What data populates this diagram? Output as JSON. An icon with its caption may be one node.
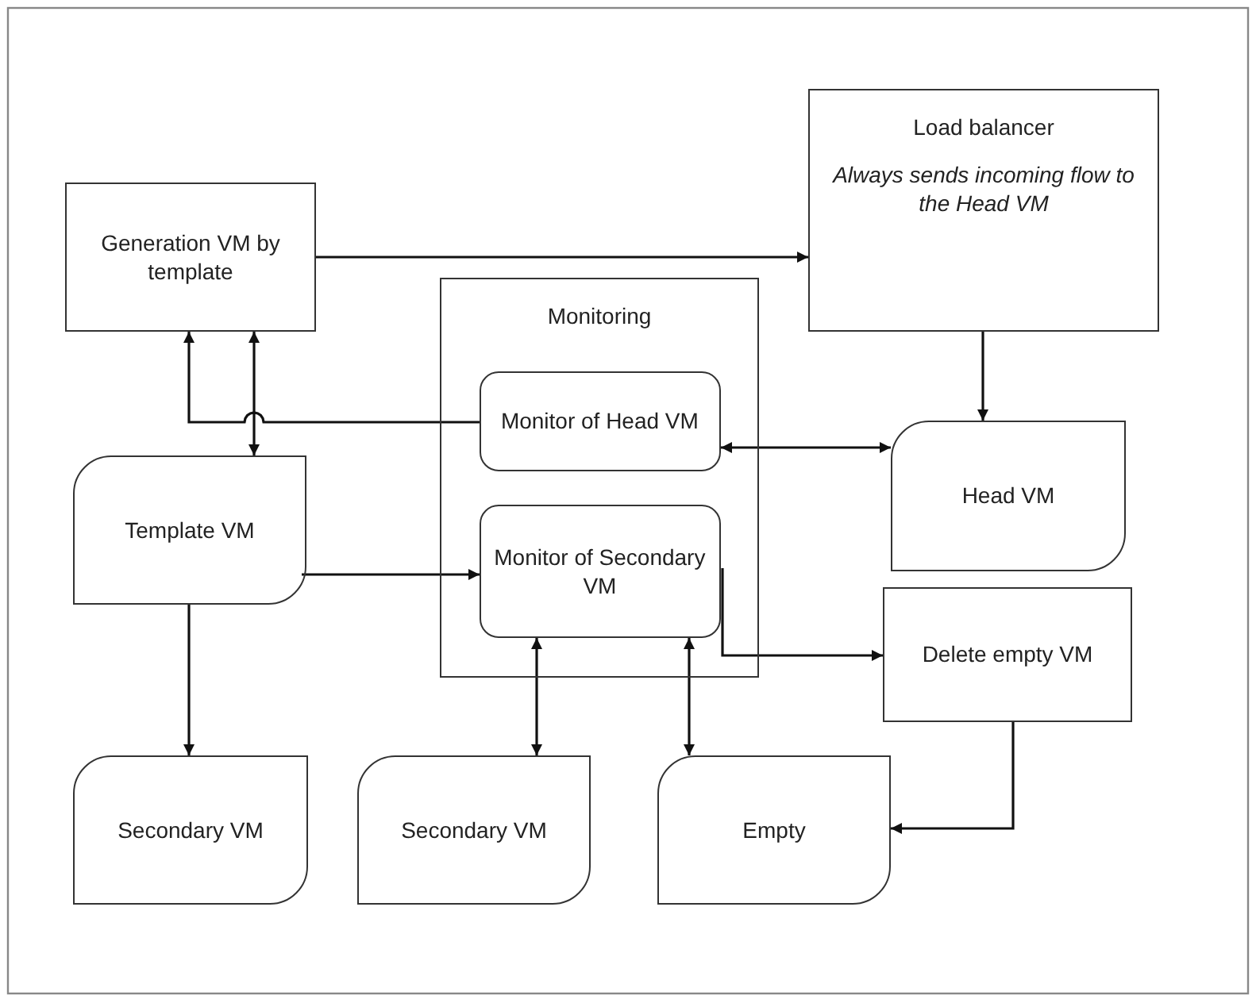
{
  "diagram": {
    "nodes": [
      {
        "text": [
          "Generation VM by template"
        ]
      },
      {
        "text": [
          "Load balancer",
          "Always sends incoming flow to the Head VM"
        ]
      },
      {
        "text": [
          "Monitoring"
        ]
      },
      {
        "text": [
          "Monitor of Head VM"
        ],
        "in": 2
      },
      {
        "text": [
          "Monitor of Secondary VM"
        ],
        "in": 2
      },
      {
        "text": [
          "Template VM"
        ]
      },
      {
        "text": [
          "Head VM"
        ]
      },
      {
        "text": [
          "Delete empty VM"
        ]
      },
      {
        "text": [
          "Secondary VM"
        ]
      },
      {
        "text": [
          "Secondary VM"
        ]
      },
      {
        "text": [
          "Empty"
        ]
      }
    ],
    "edges": [
      {
        "from": 0,
        "to": 1,
        "arrow": "to"
      },
      {
        "from": 3,
        "to": 0,
        "arrow": "to"
      },
      {
        "from": 0,
        "to": 5,
        "arrow": "both"
      },
      {
        "from": 5,
        "to": 4,
        "arrow": "to"
      },
      {
        "from": 5,
        "to": 8,
        "arrow": "to"
      },
      {
        "from": 3,
        "to": 6,
        "arrow": "both"
      },
      {
        "from": 1,
        "to": 6,
        "arrow": "to"
      },
      {
        "from": 4,
        "to": 7,
        "arrow": "to"
      },
      {
        "from": 4,
        "to": 9,
        "arrow": "both"
      },
      {
        "from": 4,
        "to": 10,
        "arrow": "both"
      },
      {
        "from": 7,
        "to": 10,
        "arrow": "to"
      }
    ]
  }
}
